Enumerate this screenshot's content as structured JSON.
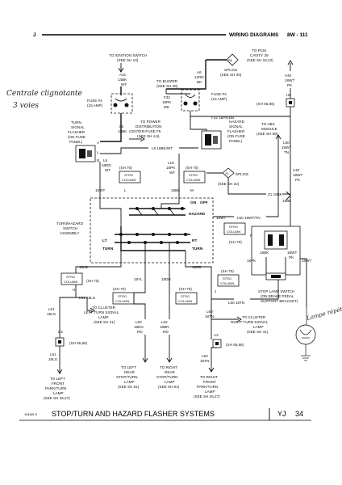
{
  "header": {
    "left_mark": "J",
    "title": "WIRING DIAGRAMS",
    "page": "8W - 111"
  },
  "handwriting": {
    "note_line1": "Centrale clignotante",
    "note_line2": "3 voies",
    "right_note": "Lampe répétiteur"
  },
  "top": {
    "ign_line1": "TO IGNITION SWITCH",
    "ign_line2": "(SEE SH 10)",
    "a31": "A31",
    "a31_wire": "14BK",
    "a31_color": "WT",
    "buzzer_line1": "TO BUZZER",
    "buzzer_line2": "(SEE SH 36)",
    "a6": "A6",
    "a6_wire": "12RD",
    "a6_color": "BK",
    "splice_symbol": "S6",
    "splice_label": "SPLICE",
    "splice_ref": "(SEE SH 30)",
    "pcm_line1": "TO PCM",
    "pcm_line2": "CAVITY 29",
    "pcm_line3": "(SEE SH 16,22)",
    "f32": "F32",
    "f32_wire": "18PK",
    "f32_color": "DB",
    "v40_top": "V40",
    "v40_top_wire": "18WT",
    "v40_top_color": "PK",
    "fuse4_line1": "FUSE #4",
    "fuse4_line2": "(15 AMP)",
    "fuse3_line1": "FUSE #3",
    "fuse3_line2": "(15 AMP)",
    "h5": "H5",
    "sh_6566_a": "(SH 65,66)",
    "f32_bottom": "F32 18PK/DB"
  },
  "flasher": {
    "turn_line1": "TURN",
    "turn_line2": "SIGNAL",
    "turn_line3": "FLASHER",
    "turn_line4": "(ON FUSE",
    "turn_line5": "PANEL)",
    "pin_a": "A",
    "pin_l": "L",
    "pin_b": "B",
    "power_line1": "TO POWER",
    "power_line2": "DISTRIBUTION",
    "power_line3": "CENTER-FUSE F5",
    "power_line4": "(SEE SH 4,6)",
    "l5": "L5",
    "l5_wire": "18BK",
    "l9": "L9 18BK/WT",
    "hazard_line1": "HAZARD",
    "hazard_line2": "SIGNAL",
    "hazard_line3": "FLASHER",
    "hazard_line4": "(ON FUSE",
    "hazard_line5": "PANEL)",
    "abs_line1": "TO ABS",
    "abs_line2": "MODULE",
    "abs_line3": "(SEE SH 58)",
    "l50": "L50",
    "l50_wire": "18WT",
    "l50_color": "TN",
    "v40_mid": "V40",
    "v40_mid_wire": "18WT",
    "v40_mid_color": "PK"
  },
  "column": {
    "l6": "L6",
    "l6_wire": "18RD",
    "l6_color": "WT",
    "l19": "L19",
    "l19_wire": "18PK",
    "l19_color": "WT",
    "sh70_a": "(SH 70)",
    "strg_a": "STRG",
    "column_a": "COLUMN",
    "sh70_b": "(SH 70)",
    "strg_b": "STRG",
    "column_b": "COLUMN",
    "z1_symbol": "Z1",
    "splice2": "SPLICE",
    "splice2_ref": "(SEE SH 32)",
    "z1_wire": "Z1 18BK",
    "wire_18wt": "18WT",
    "wire_18bk": "18BK",
    "wire_18bk2": "18BK",
    "letter_l": "L",
    "letter_m": "M"
  },
  "switch": {
    "assy_line1": "TURN/HAZARD",
    "assy_line2": "SWITCH",
    "assy_line3": "ASSEMBLY",
    "on": "ON",
    "off": "OFF",
    "hazard": "HAZARD",
    "lt": "LT",
    "lt_turn": "TURN",
    "rt": "RT",
    "rt_turn": "TURN",
    "l50_wire": "L50 18WT/TN",
    "wire_18wt": "18WT",
    "strg": "STRG",
    "column": "COLUMN",
    "sh70": "(SH 70)",
    "letter_p": "P"
  },
  "lamp_switch": {
    "wire_18bk": "18BK",
    "wire_18wt": "18WT",
    "wire_18wt_color": "PK",
    "wire_18pk": "18PK",
    "wire_18wt2": "18WT",
    "label_line1": "STOP LAMP SWITCH",
    "label_line2": "(ON BRAKE PEDAL",
    "label_line3": "SUPPORT BRACKET)"
  },
  "left": {
    "wire_18lb": "18LB",
    "strg": "STRG",
    "column": "COLUMN",
    "sh70": "(SH 70)",
    "letter_h": "H",
    "l61_l60": "L61 18LG",
    "l61": "L61",
    "l61_wire": "18LG",
    "cluster_line1": "TO CLUSTER",
    "cluster_line2": "LEFT TURN SIGNAL",
    "cluster_line3": "LAMP",
    "cluster_line4": "(SEE SH 41)",
    "c2": "C2",
    "sh_6566": "(SH 65,66)",
    "l61_bottom": "L61",
    "l61_bottom_wire": "18LG",
    "front_line1": "TO LEFT",
    "front_line2": "FRONT",
    "front_line3": "PARK/TURN",
    "front_line4": "LAMP",
    "front_line5": "(SEE SH 25,27)"
  },
  "middle": {
    "wire_18yl": "18YL",
    "wire_18dg": "18DG",
    "sh70_a": "(SH 70)",
    "strg_a": "STRG",
    "column_a": "COLUMN",
    "sh70_b": "(SH 70)",
    "strg_b": "STRG",
    "column_b": "COLUMN",
    "l63": "L63",
    "l63_wire": "18DG",
    "l63_color": "RD",
    "l62": "L62",
    "l62_wire": "18BR",
    "l62_color": "RD",
    "rear_l_line1": "TO LEFT",
    "rear_l_line2": "REAR",
    "rear_l_line3": "STOP/TURN",
    "rear_l_line4": "LAMP",
    "rear_l_line5": "(SEE SH 51)",
    "rear_r_line1": "TO RIGHT",
    "rear_r_line2": "REAR",
    "rear_r_line3": "STOP/TURN",
    "rear_r_line4": "LAMP",
    "rear_r_line5": "(SEE SH 51)"
  },
  "right": {
    "wire_18db": "18DB",
    "sh70": "(SH 70)",
    "strg": "STRG",
    "column": "COLUMN",
    "letter_j": "J",
    "l60_wire": "L60 18TN",
    "l60": "L60",
    "l60_wire2": "18TN",
    "cluster_line1": "TO CLUSTER",
    "cluster_line2": "RIGHT TURN SIGNAL",
    "cluster_line3": "LAMP",
    "cluster_line4": "(SEE SH 41)",
    "a3": "A3",
    "sh_6566": "(SH 65,66)",
    "l60_bottom": "L60",
    "l60_bottom_wire": "18TN",
    "front_line1": "TO RIGHT",
    "front_line2": "FRONT",
    "front_line3": "PARK/TURN",
    "front_line4": "LAMP",
    "front_line5": "(SEE SH 25,27)"
  },
  "footer": {
    "code": "J948W-5",
    "title": "STOP/TURN AND HAZARD FLASHER SYSTEMS",
    "model": "YJ",
    "page": "34"
  }
}
